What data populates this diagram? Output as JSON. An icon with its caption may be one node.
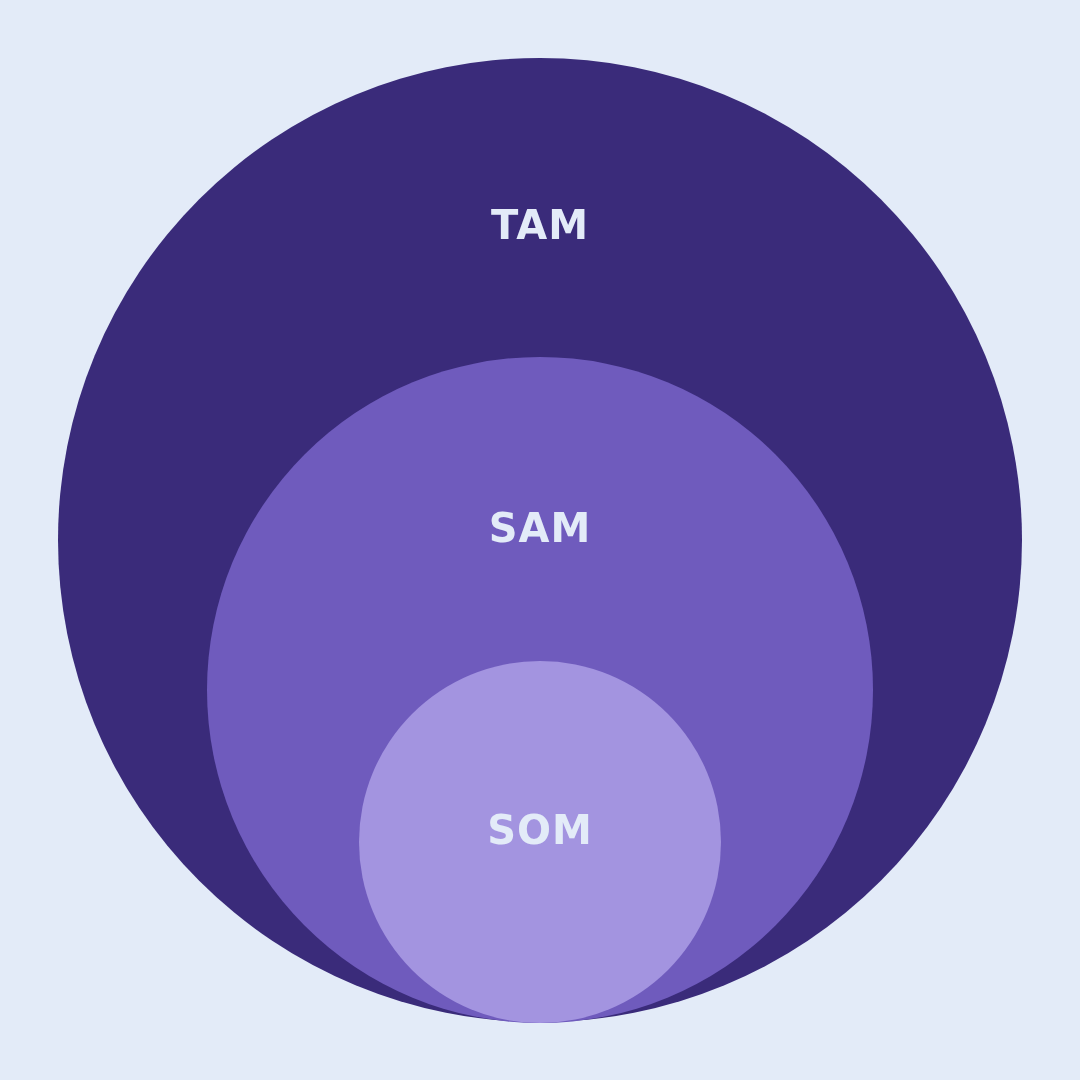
{
  "diagram": {
    "nodes": [
      {
        "text": [
          "TAM"
        ]
      },
      {
        "text": [
          "SAM"
        ],
        "in": 0
      },
      {
        "text": [
          "SOM"
        ],
        "in": 1
      }
    ]
  }
}
